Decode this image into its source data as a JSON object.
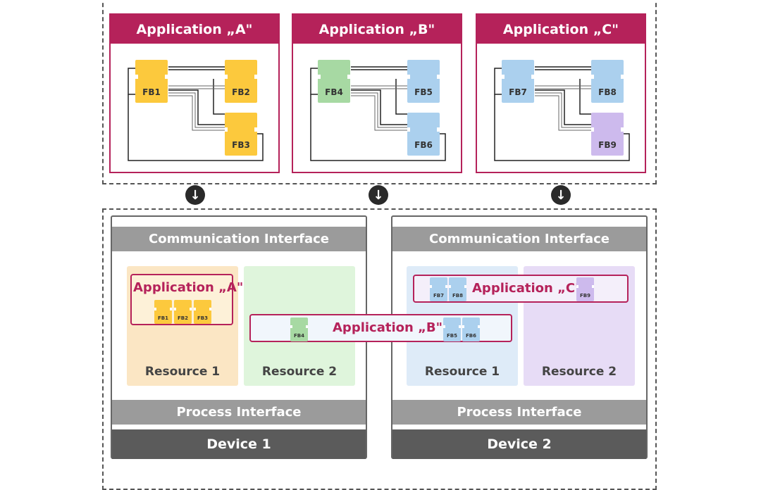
{
  "applications": [
    {
      "title": "Application „A\"",
      "fbs": [
        "FB1",
        "FB2",
        "FB3"
      ]
    },
    {
      "title": "Application „B\"",
      "fbs": [
        "FB4",
        "FB5",
        "FB6"
      ]
    },
    {
      "title": "Application „C\"",
      "fbs": [
        "FB7",
        "FB8",
        "FB9"
      ]
    }
  ],
  "arrow_glyph": "↓",
  "devices": [
    {
      "label": "Device 1",
      "communication": "Communication Interface",
      "process": "Process Interface",
      "resources": [
        "Resource 1",
        "Resource 2"
      ],
      "mapped_app_a": {
        "title": "Application „A\"",
        "fbs": [
          "FB1",
          "FB2",
          "FB3"
        ]
      }
    },
    {
      "label": "Device 2",
      "communication": "Communication Interface",
      "process": "Process Interface",
      "resources": [
        "Resource 1",
        "Resource 2"
      ],
      "mapped_app_c": {
        "title": "Application „C\"",
        "fbs": [
          "FB7",
          "FB8",
          "FB9"
        ]
      }
    }
  ],
  "mapped_app_b": {
    "title": "Application „B\"",
    "fbs": [
      "FB4",
      "FB5",
      "FB6"
    ]
  },
  "colors": {
    "application_accent": "#b5225a",
    "fb_yellow": "#fcc93d",
    "fb_green": "#a7d9a3",
    "fb_blue": "#abd0ee",
    "fb_purple": "#cdbaed"
  }
}
